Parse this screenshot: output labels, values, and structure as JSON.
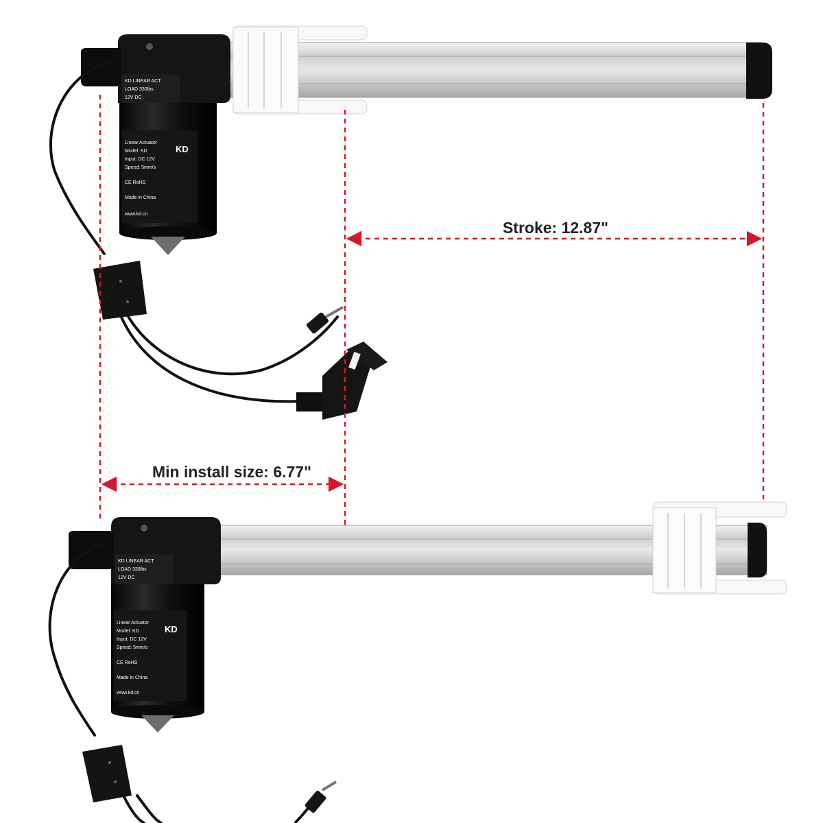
{
  "dimensions": {
    "stroke_label": "Stroke: 12.87\"",
    "min_install_label": "Min install size: 6.77\""
  },
  "motor_label": {
    "logo": "KD"
  },
  "colors": {
    "dimension_line": "#d8162b",
    "housing": "#141414",
    "rod": "#dcdcdc",
    "bracket": "#f7f7f7",
    "cable": "#111111"
  },
  "icons": {
    "top_actuator": "linear-actuator-extended",
    "bottom_actuator": "linear-actuator-retracted",
    "connector": "dc-plug-connector"
  }
}
